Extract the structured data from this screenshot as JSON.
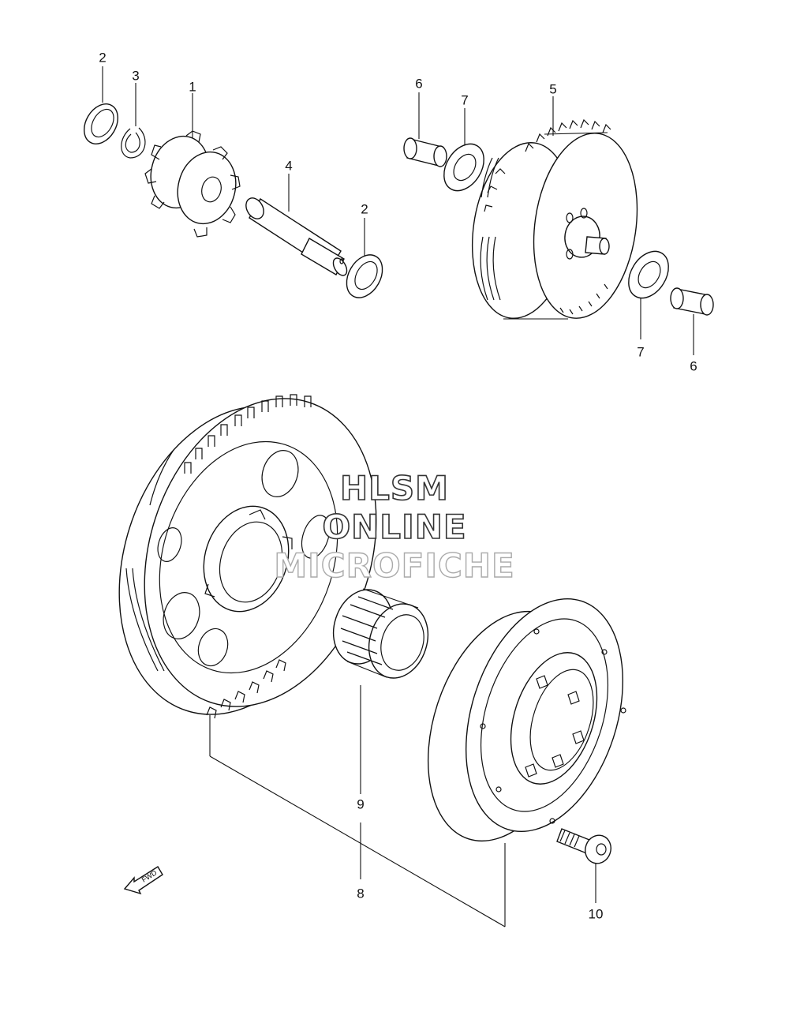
{
  "callouts": [
    "1",
    "2",
    "3",
    "4",
    "5",
    "6",
    "7",
    "8",
    "9",
    "10"
  ],
  "watermark": {
    "line1": "HLSM",
    "line2": "ONLINE",
    "line3": "MICROFICHE"
  },
  "fwd_label": "FWD",
  "parts": {
    "p1": "gear",
    "p2": "washer",
    "p3": "circlip",
    "p4": "shaft",
    "p5": "idle gear assembly",
    "p6": "bushing",
    "p7": "washer",
    "p8": "starter clutch gear",
    "p9": "needle bearing",
    "p10": "bolt"
  }
}
